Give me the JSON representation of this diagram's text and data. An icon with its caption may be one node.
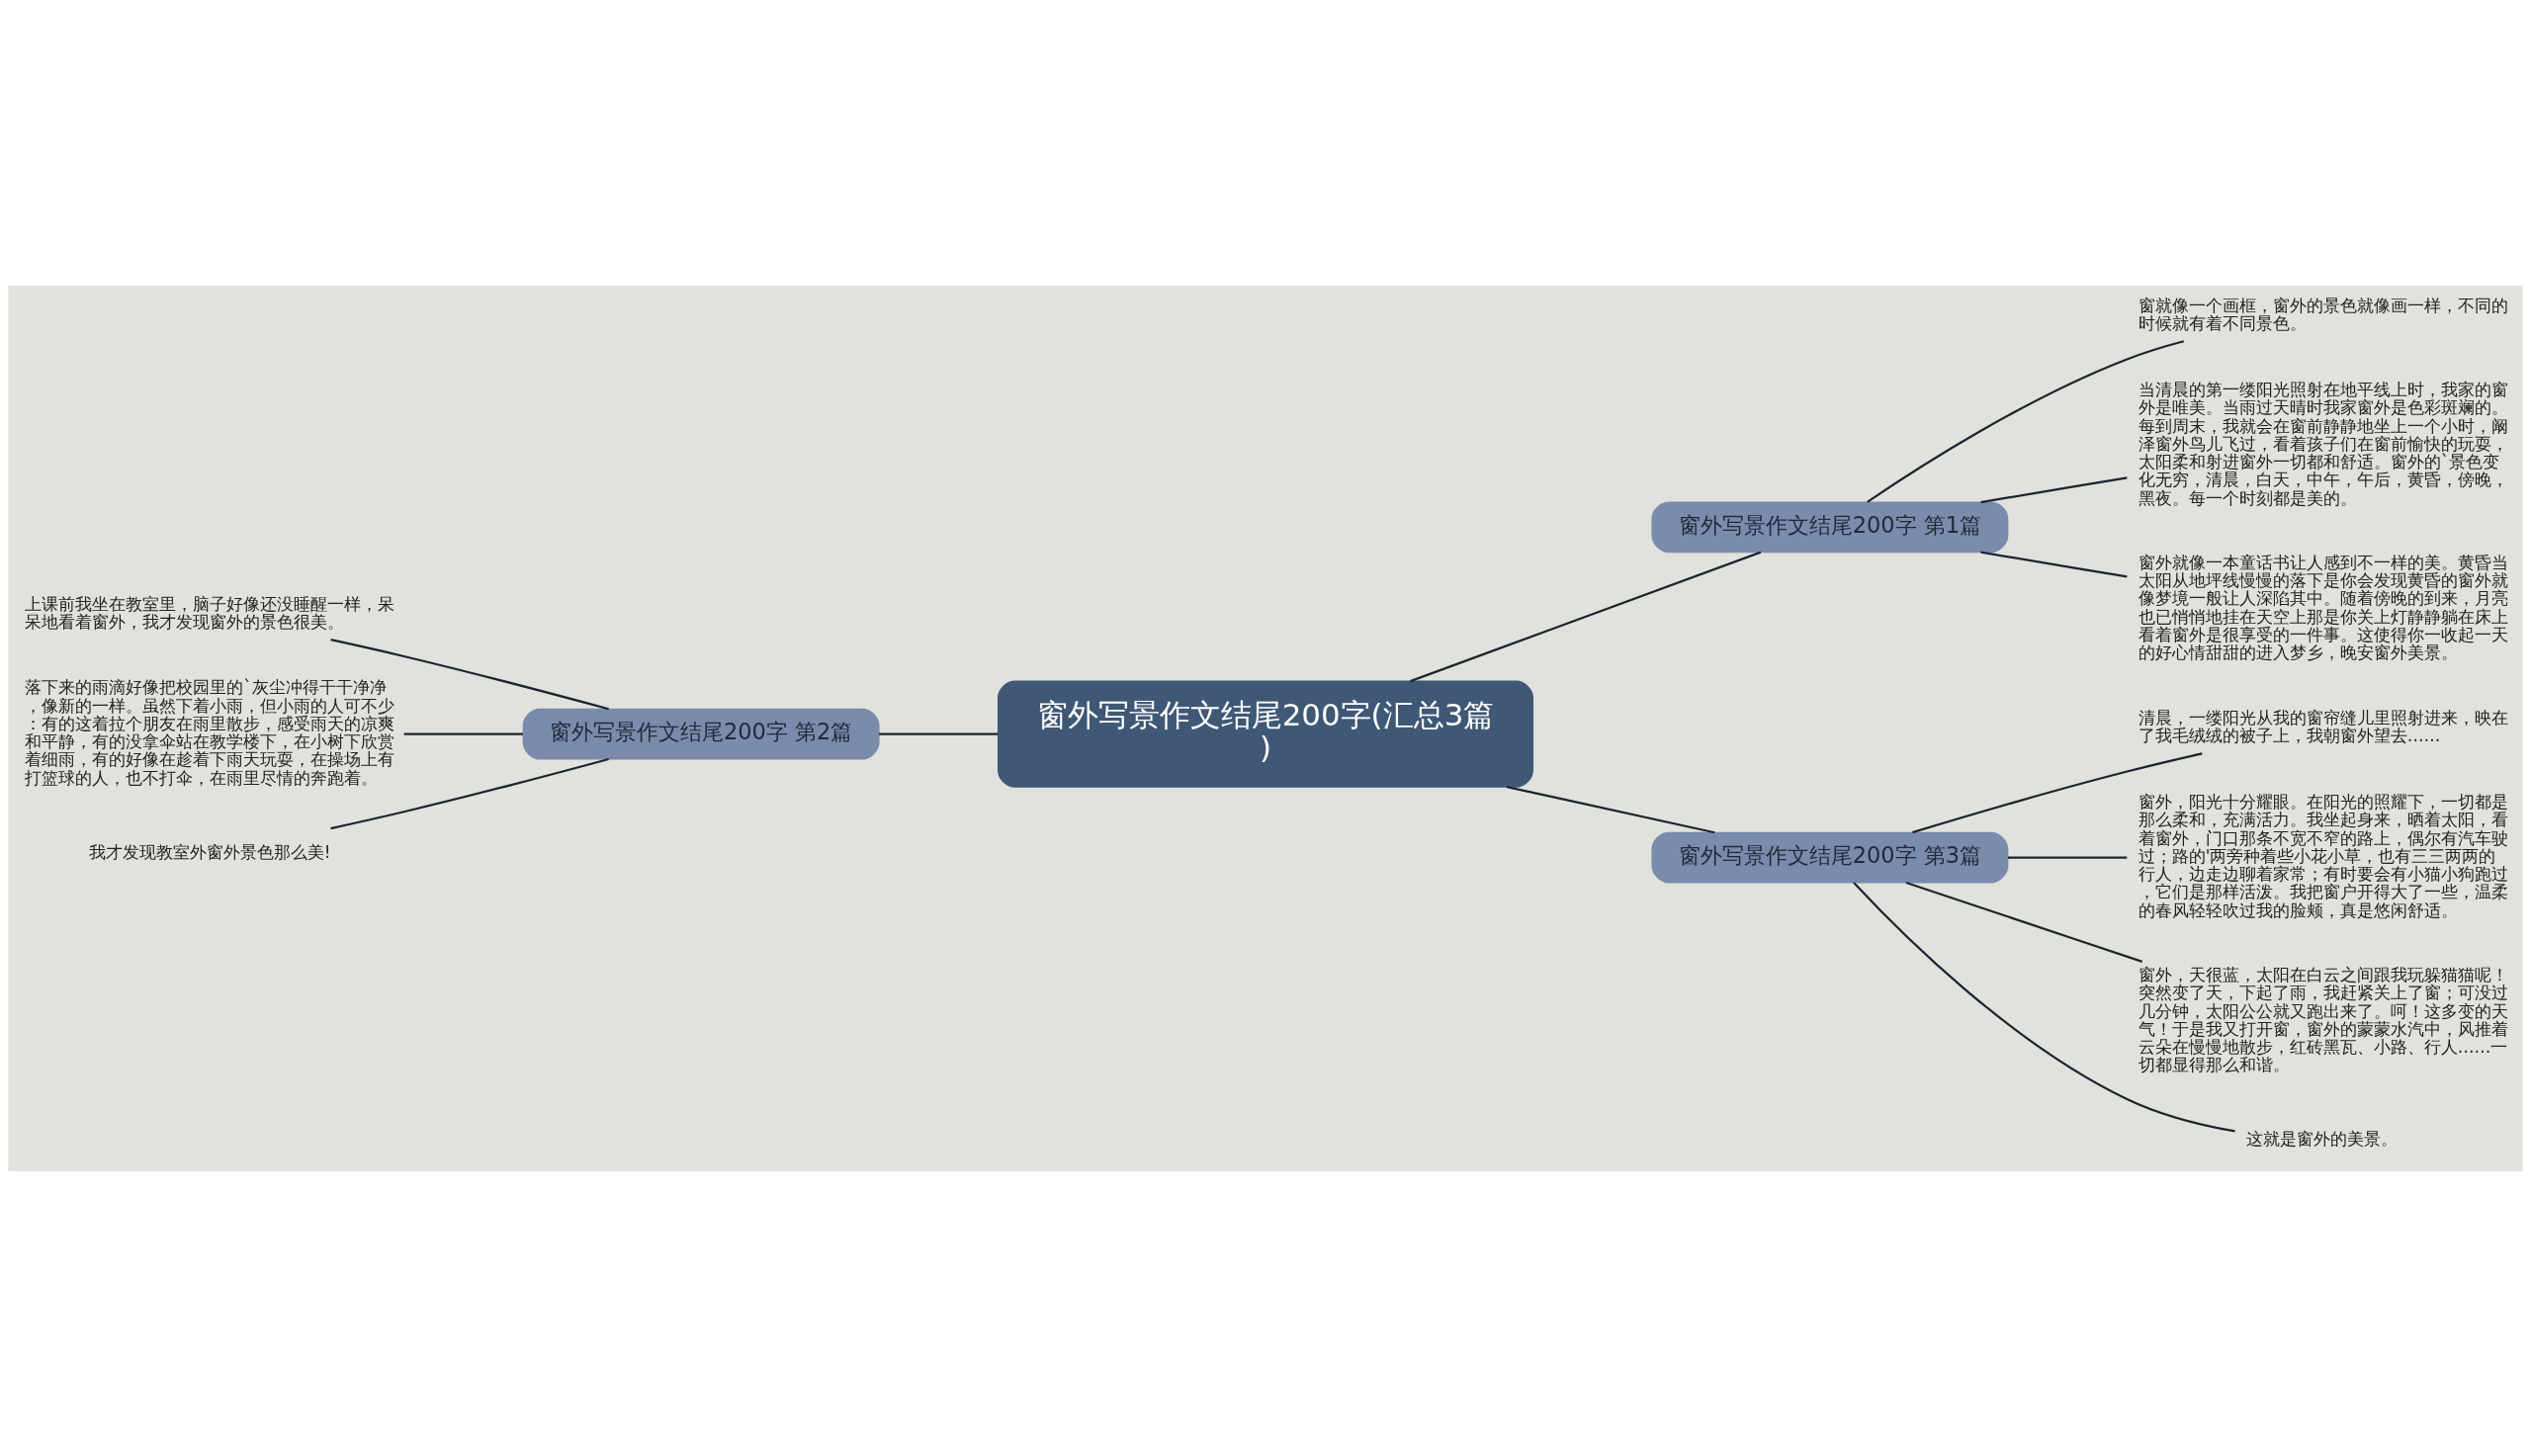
{
  "diagram": {
    "nodes": [
      {
        "text": [
          "窗外写景作文结尾200字(汇总3篇)"
        ]
      },
      {
        "text": [
          "窗外写景作文结尾200字 第1篇"
        ]
      },
      {
        "text": [
          "窗就像一个画框，窗外的景色就像画一样，不同的时候就有着不同景色。"
        ]
      },
      {
        "text": [
          "当清晨的第一缕阳光照射在地平线上时，我家的窗外是唯美。当雨过天晴时我家窗外是色彩斑斓的。每到周末，我就会在窗前静静地坐上一个小时，阚泽窗外鸟儿飞过，看着孩子们在窗前愉快的玩耍，太阳柔和射进窗外一切都和舒适。窗外的`景色变化无穷，清晨，白天，中午，午后，黄昏，傍晚，黑夜。每一个时刻都是美的。"
        ]
      },
      {
        "text": [
          "窗外就像一本童话书让人感到不一样的美。黄昏当太阳从地坪线慢慢的落下是你会发现黄昏的窗外就像梦境一般让人深陷其中。随着傍晚的到来，月亮也已悄悄地挂在天空上那是你关上灯静静躺在床上看着窗外是很享受的一件事。这使得你一收起一天的好心情甜甜的进入梦乡，晚安窗外美景。"
        ]
      },
      {
        "text": [
          "窗外写景作文结尾200字 第2篇"
        ]
      },
      {
        "text": [
          "上课前我坐在教室里，脑子好像还没睡醒一样，呆呆地看着窗外，我才发现窗外的景色很美。"
        ]
      },
      {
        "text": [
          "落下来的雨滴好像把校园里的`灰尘冲得干干净净，像新的一样。虽然下着小雨，但小雨的人可不少：有的这着拉个朋友在雨里散步，感受雨天的凉爽和平静，有的没拿伞站在教学楼下，在小树下欣赏着细雨，有的好像在趁着下雨天玩耍，在操场上有打篮球的人，也不打伞，在雨里尽情的奔跑着。"
        ]
      },
      {
        "text": [
          "我才发现教室外窗外景色那么美!"
        ]
      },
      {
        "text": [
          "窗外写景作文结尾200字 第3篇"
        ]
      },
      {
        "text": [
          "清晨，一缕阳光从我的窗帘缝儿里照射进来，映在了我毛绒绒的被子上，我朝窗外望去……"
        ]
      },
      {
        "text": [
          "窗外，阳光十分耀眼。在阳光的照耀下，一切都是那么柔和，充满活力。我坐起身来，晒着太阳，看着窗外，门口那条不宽不窄的路上，偶尔有汽车驶过；路的'两旁种着些小花小草，也有三三两两的行人，边走边聊着家常；有时要会有小猫小狗跑过，它们是那样活泼。我把窗户开得大了一些，温柔的春风轻轻吹过我的脸颊，真是悠闲舒适。"
        ]
      },
      {
        "text": [
          "窗外，天很蓝，太阳在白云之间跟我玩躲猫猫呢！突然变了天，下起了雨，我赶紧关上了窗；可没过几分钟，太阳公公就又跑出来了。呵！这多变的天气！于是我又打开窗，窗外的蒙蒙水汽中，风推着云朵在慢慢地散步，红砖黑瓦、小路、行人……一切都显得那么和谐。"
        ]
      },
      {
        "text": [
          "这就是窗外的美景。"
        ]
      }
    ],
    "edges": [
      {
        "from": 0,
        "to": 1,
        "arrow": "none"
      },
      {
        "from": 1,
        "to": 2,
        "arrow": "none"
      },
      {
        "from": 1,
        "to": 3,
        "arrow": "none"
      },
      {
        "from": 1,
        "to": 4,
        "arrow": "none"
      },
      {
        "from": 0,
        "to": 5,
        "arrow": "none"
      },
      {
        "from": 5,
        "to": 6,
        "arrow": "none"
      },
      {
        "from": 5,
        "to": 7,
        "arrow": "none"
      },
      {
        "from": 5,
        "to": 8,
        "arrow": "none"
      },
      {
        "from": 0,
        "to": 9,
        "arrow": "none"
      },
      {
        "from": 9,
        "to": 10,
        "arrow": "none"
      },
      {
        "from": 9,
        "to": 11,
        "arrow": "none"
      },
      {
        "from": 9,
        "to": 12,
        "arrow": "none"
      },
      {
        "from": 9,
        "to": 13,
        "arrow": "none"
      }
    ]
  }
}
